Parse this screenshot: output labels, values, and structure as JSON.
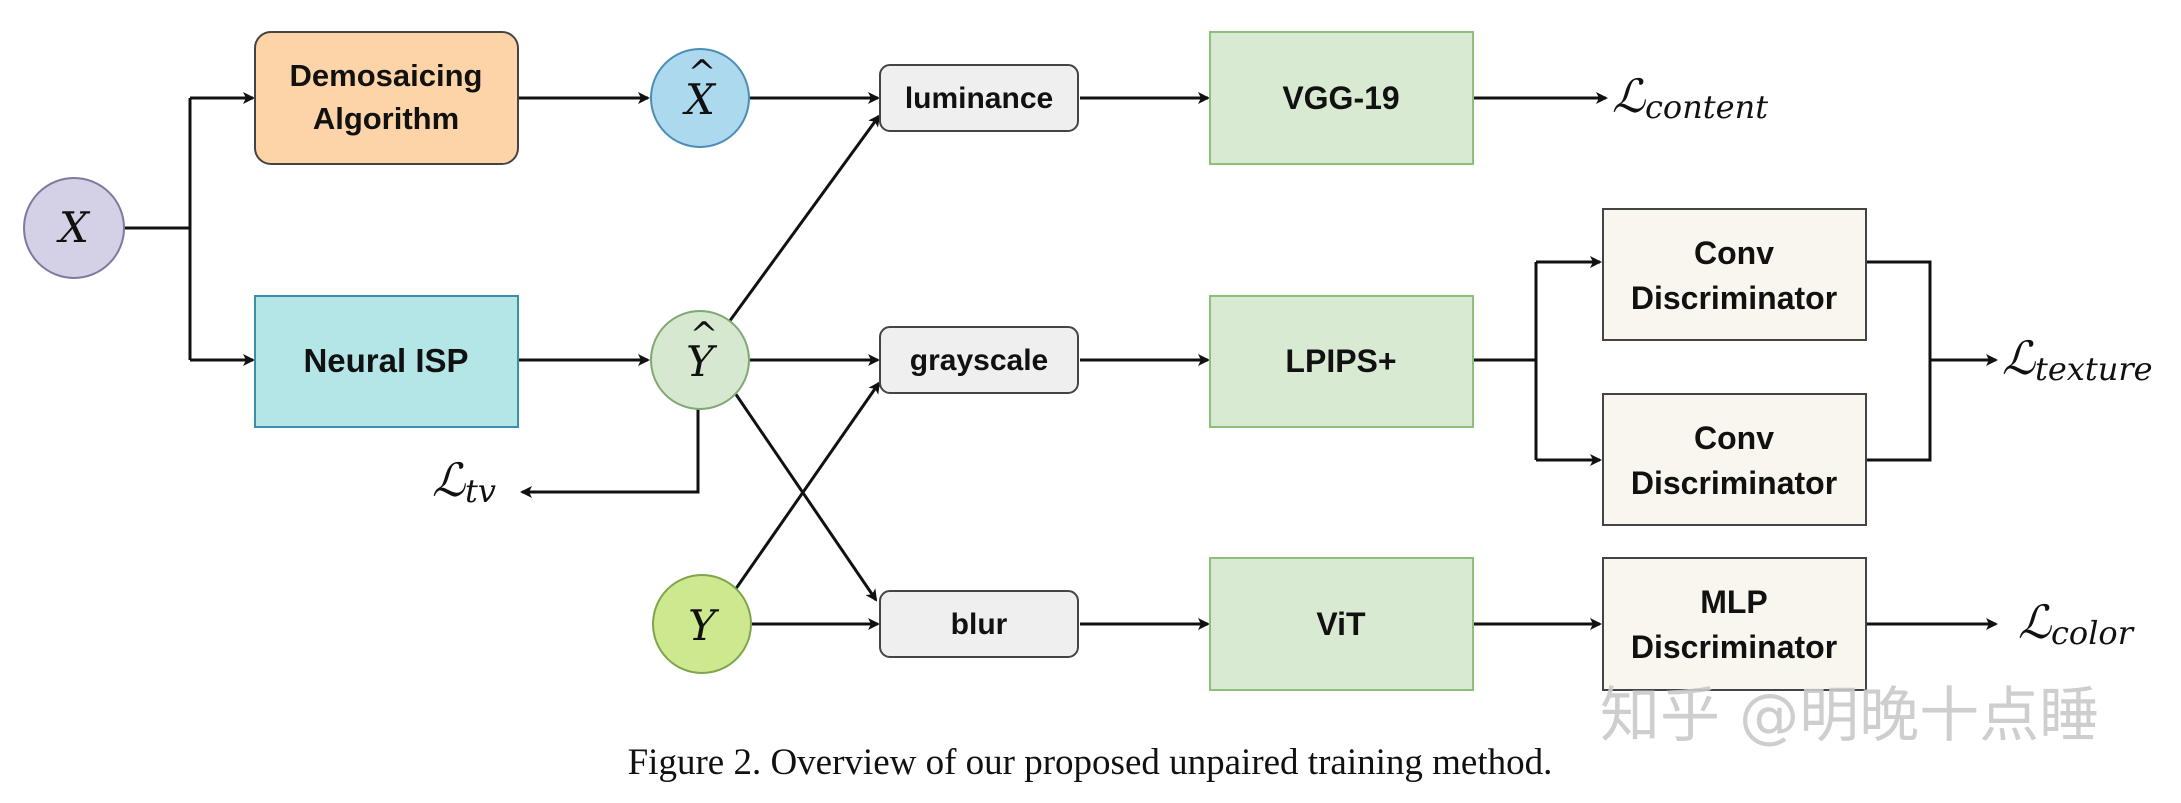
{
  "nodes": {
    "X": "X",
    "demosaicing": {
      "line1": "Demosaicing",
      "line2": "Algorithm",
      "color": "#fdd4a8"
    },
    "neural_isp": {
      "label": "Neural ISP",
      "color": "#b4e6e8"
    },
    "X_hat": {
      "label": "X",
      "hat": "^",
      "color": "#acd9ee"
    },
    "Y_hat": {
      "label": "Y",
      "hat": "^",
      "color": "#d6e8cf"
    },
    "Y": {
      "label": "Y",
      "color": "#cde88e"
    },
    "luminance": "luminance",
    "grayscale": "grayscale",
    "blur": "blur",
    "vgg": "VGG-19",
    "lpips": "LPIPS+",
    "vit": "ViT",
    "conv_disc_1": {
      "line1": "Conv",
      "line2": "Discriminator"
    },
    "conv_disc_2": {
      "line1": "Conv",
      "line2": "Discriminator"
    },
    "mlp_disc": {
      "line1": "MLP",
      "line2": "Discriminator"
    }
  },
  "losses": {
    "content": {
      "symbol": "ℒ",
      "sub": "content"
    },
    "texture": {
      "symbol": "ℒ",
      "sub": "texture"
    },
    "color": {
      "symbol": "ℒ",
      "sub": "color"
    },
    "tv": {
      "symbol": "ℒ",
      "sub": "tv"
    }
  },
  "caption": "Figure 2. Overview of our proposed unpaired training method.",
  "watermark": "知乎 @明晚十点睡",
  "colors": {
    "gray_box": "#efefef",
    "green_box": "#d9ead3",
    "cream_box": "#f8f6ef",
    "x_node": "#d4d0e6"
  }
}
